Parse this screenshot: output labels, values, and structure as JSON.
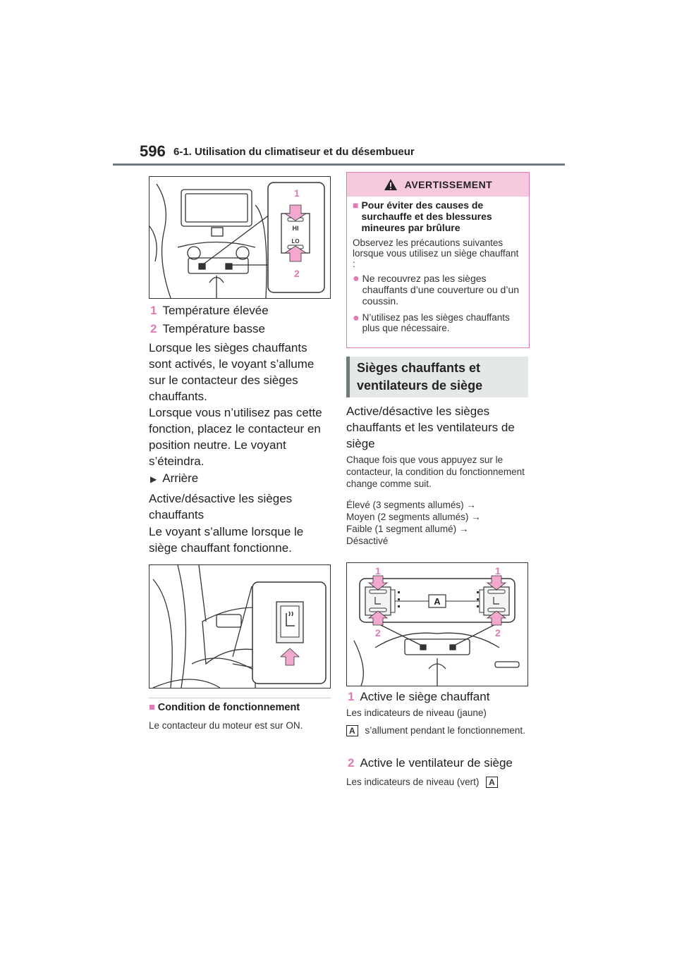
{
  "header": {
    "page_number": "596",
    "section_title": "6-1. Utilisation du climatiseur et du désembueur"
  },
  "left": {
    "figure1": {
      "label_1": "1",
      "label_2": "2",
      "hi": "HI",
      "lo": "LO"
    },
    "legend": [
      {
        "num": "1",
        "text": "Température élevée"
      },
      {
        "num": "2",
        "text": "Température basse"
      }
    ],
    "para1": "Lorsque les sièges chauffants sont activés, le voyant s’allume sur le contacteur des sièges chauffants.",
    "para2": "Lorsque vous n’utilisez pas cette fonction, placez le contacteur en position neutre. Le voyant s’éteindra.",
    "sub_arrow": "▶",
    "sub_label": "Arrière",
    "para3": "Active/désactive les sièges chauffants",
    "para4": "Le voyant s’allume lorsque le siège chauffant fonctionne.",
    "condition_bullet": "■",
    "condition_title": "Condition de fonctionnement",
    "condition_text": "Le contacteur du moteur est sur ON."
  },
  "right": {
    "warning": {
      "title": "AVERTISSEMENT",
      "heading": "Pour éviter des causes de surchauffe et des blessures mineures par brûlure",
      "intro": "Observez les précautions suivantes lorsque vous utilisez un siège chauffant :",
      "bullets": [
        "Ne recouvrez pas les sièges chauffants d’une couverture ou d’un coussin.",
        "N’utilisez pas les sièges chauffants plus que nécessaire."
      ]
    },
    "section_heading": "Sièges chauffants et ventilateurs de siège",
    "para1": "Active/désactive les sièges chauffants et les ventilateurs de siège",
    "para2": "Chaque fois que vous appuyez sur le contacteur, la condition du fonctionnement change comme suit.",
    "sequence": [
      "Élevé (3 segments allumés) →",
      "Moyen (2 segments allumés) →",
      "Faible (1 segment allumé) →",
      "Désactivé"
    ],
    "figure3": {
      "label_1": "1",
      "label_2": "2",
      "label_a": "A"
    },
    "item1_num": "1",
    "item1_title": "Active le siège chauffant",
    "item1_text_a": "Les indicateurs de niveau (jaune)",
    "item1_tag": "A",
    "item1_text_b": "s’allument pendant le fonctionnement.",
    "item2_num": "2",
    "item2_title": "Active le ventilateur de siège",
    "item2_text": "Les indicateurs de niveau (vert)",
    "item2_tag": "A"
  },
  "colors": {
    "accent_pink": "#e07ab4",
    "warning_fill": "#f7c9de",
    "header_gray": "#6e7a7c",
    "heading_bg": "#e5e8e9"
  }
}
